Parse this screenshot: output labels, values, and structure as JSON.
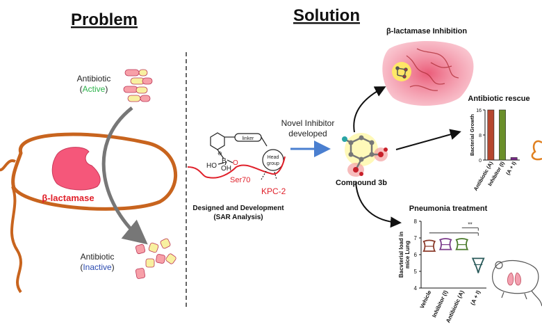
{
  "problem": {
    "heading": "Problem",
    "antibiotic_active": {
      "line1": "Antibiotic",
      "open": "(",
      "state": "Active",
      "close": ")"
    },
    "enzyme_label": "β-lactamase",
    "antibiotic_inactive": {
      "line1": "Antibiotic",
      "open": "(",
      "state": "Inactive",
      "close": ")"
    }
  },
  "solution": {
    "heading": "Solution",
    "molecule": {
      "linker": "linker",
      "head_group_1": "Head",
      "head_group_2": "group",
      "b": "B",
      "ho": "HO",
      "oh": "OH",
      "o": "O",
      "minus": "⊖",
      "ser70": "Ser70",
      "kpc2": "KPC-2"
    },
    "design_caption_1": "Designed and Development",
    "design_caption_2": "(SAR Analysis)",
    "novel_1": "Novel Inhibitor",
    "novel_2": "developed",
    "compound_label": "Compound 3b",
    "inhibition_title": "β-lactamase Inhibition",
    "colors": {
      "enzyme_pink": "#f5577a",
      "cell_orange": "#c8641e",
      "red_site": "#e0202a",
      "arrow_blue": "#4a7fd0"
    }
  },
  "chart_data": [
    {
      "type": "bar",
      "title": "Antibiotic rescue",
      "ylabel": "Bacterial Growth",
      "xlabel": "",
      "categories": [
        "Antibiotic (A)",
        "Inhibitor (I)",
        "(A + I)"
      ],
      "values": [
        16,
        16,
        0.8
      ],
      "colors": [
        "#b5472f",
        "#6a8f2a",
        "#7a2a8a"
      ],
      "yticks": [
        "0",
        "8",
        "16"
      ],
      "ylim": [
        0,
        16
      ]
    },
    {
      "type": "violin",
      "title": "Pneumonia treatment",
      "ylabel_1": "Bacvterial load in",
      "ylabel_2": "mice Lung",
      "xlabel": "",
      "categories": [
        "Vehicle",
        "Inhibitor (I)",
        "Antibiotic (A)",
        "(A + I)"
      ],
      "values": [
        6.5,
        6.6,
        6.6,
        5.4
      ],
      "colors": [
        "#8a3a2a",
        "#7a3a8a",
        "#4a7a2a",
        "#2a5a5a"
      ],
      "yticks": [
        "4",
        "5",
        "6",
        "7",
        "8"
      ],
      "ylim": [
        4,
        8
      ],
      "significance": "**"
    }
  ]
}
